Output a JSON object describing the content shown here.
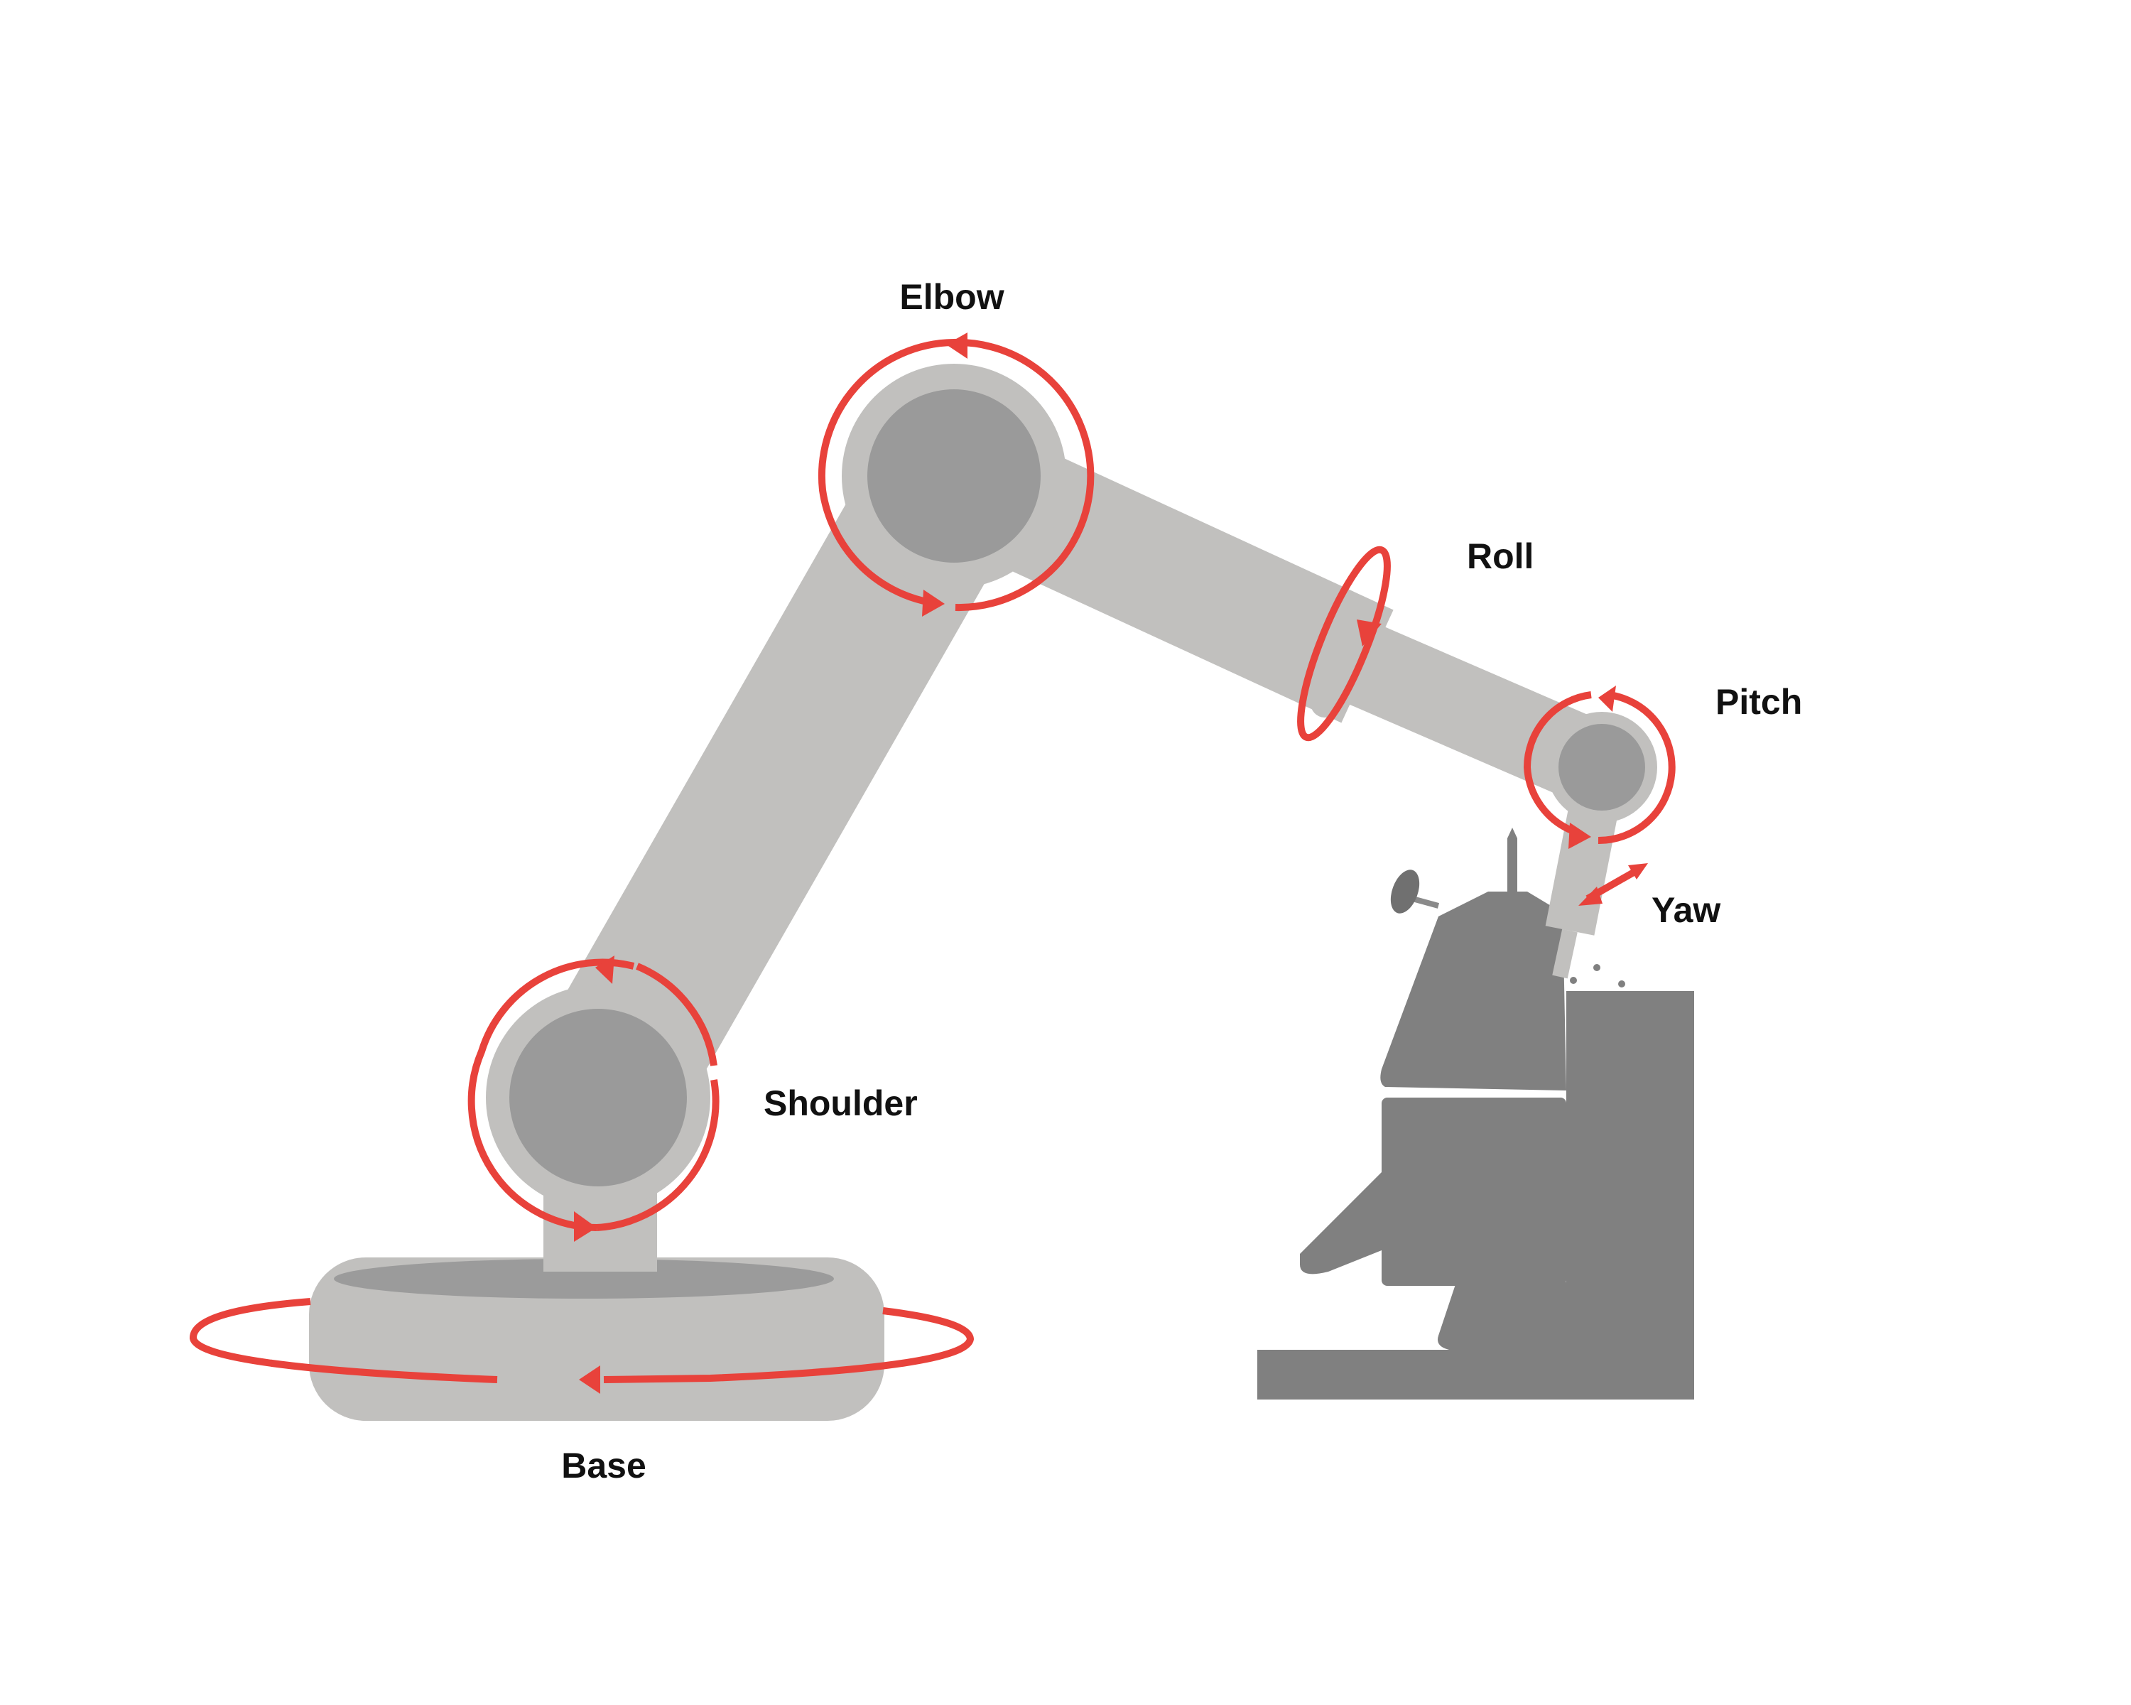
{
  "labels": {
    "elbow": "Elbow",
    "roll": "Roll",
    "pitch": "Pitch",
    "yaw": "Yaw",
    "shoulder": "Shoulder",
    "base": "Base"
  },
  "colors": {
    "arm": "#c1c0be",
    "joint_core": "#9a9a9a",
    "base_top": "#9b9b9b",
    "machine": "#808080",
    "motion_arrow": "#e8423b",
    "label_text": "#111111",
    "background": "#ffffff"
  },
  "icons": {
    "rotation": "circular-arrow-icon",
    "yaw": "double-arrow-icon"
  }
}
